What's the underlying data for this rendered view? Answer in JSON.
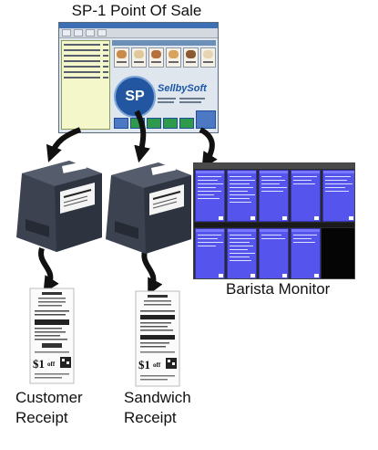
{
  "title": "SP-1 Point Of Sale",
  "pos_screen": {
    "logo_initials": "SP",
    "brand_name": "SellbySoft"
  },
  "labels": {
    "customer_receipt": [
      "Customer",
      "Receipt"
    ],
    "sandwich_receipt": [
      "Sandwich",
      "Receipt"
    ],
    "barista_monitor": "Barista Monitor"
  },
  "colors": {
    "tile_blue": "#5555ee",
    "arrow": "#111111",
    "printer_body": "#3c4250"
  }
}
